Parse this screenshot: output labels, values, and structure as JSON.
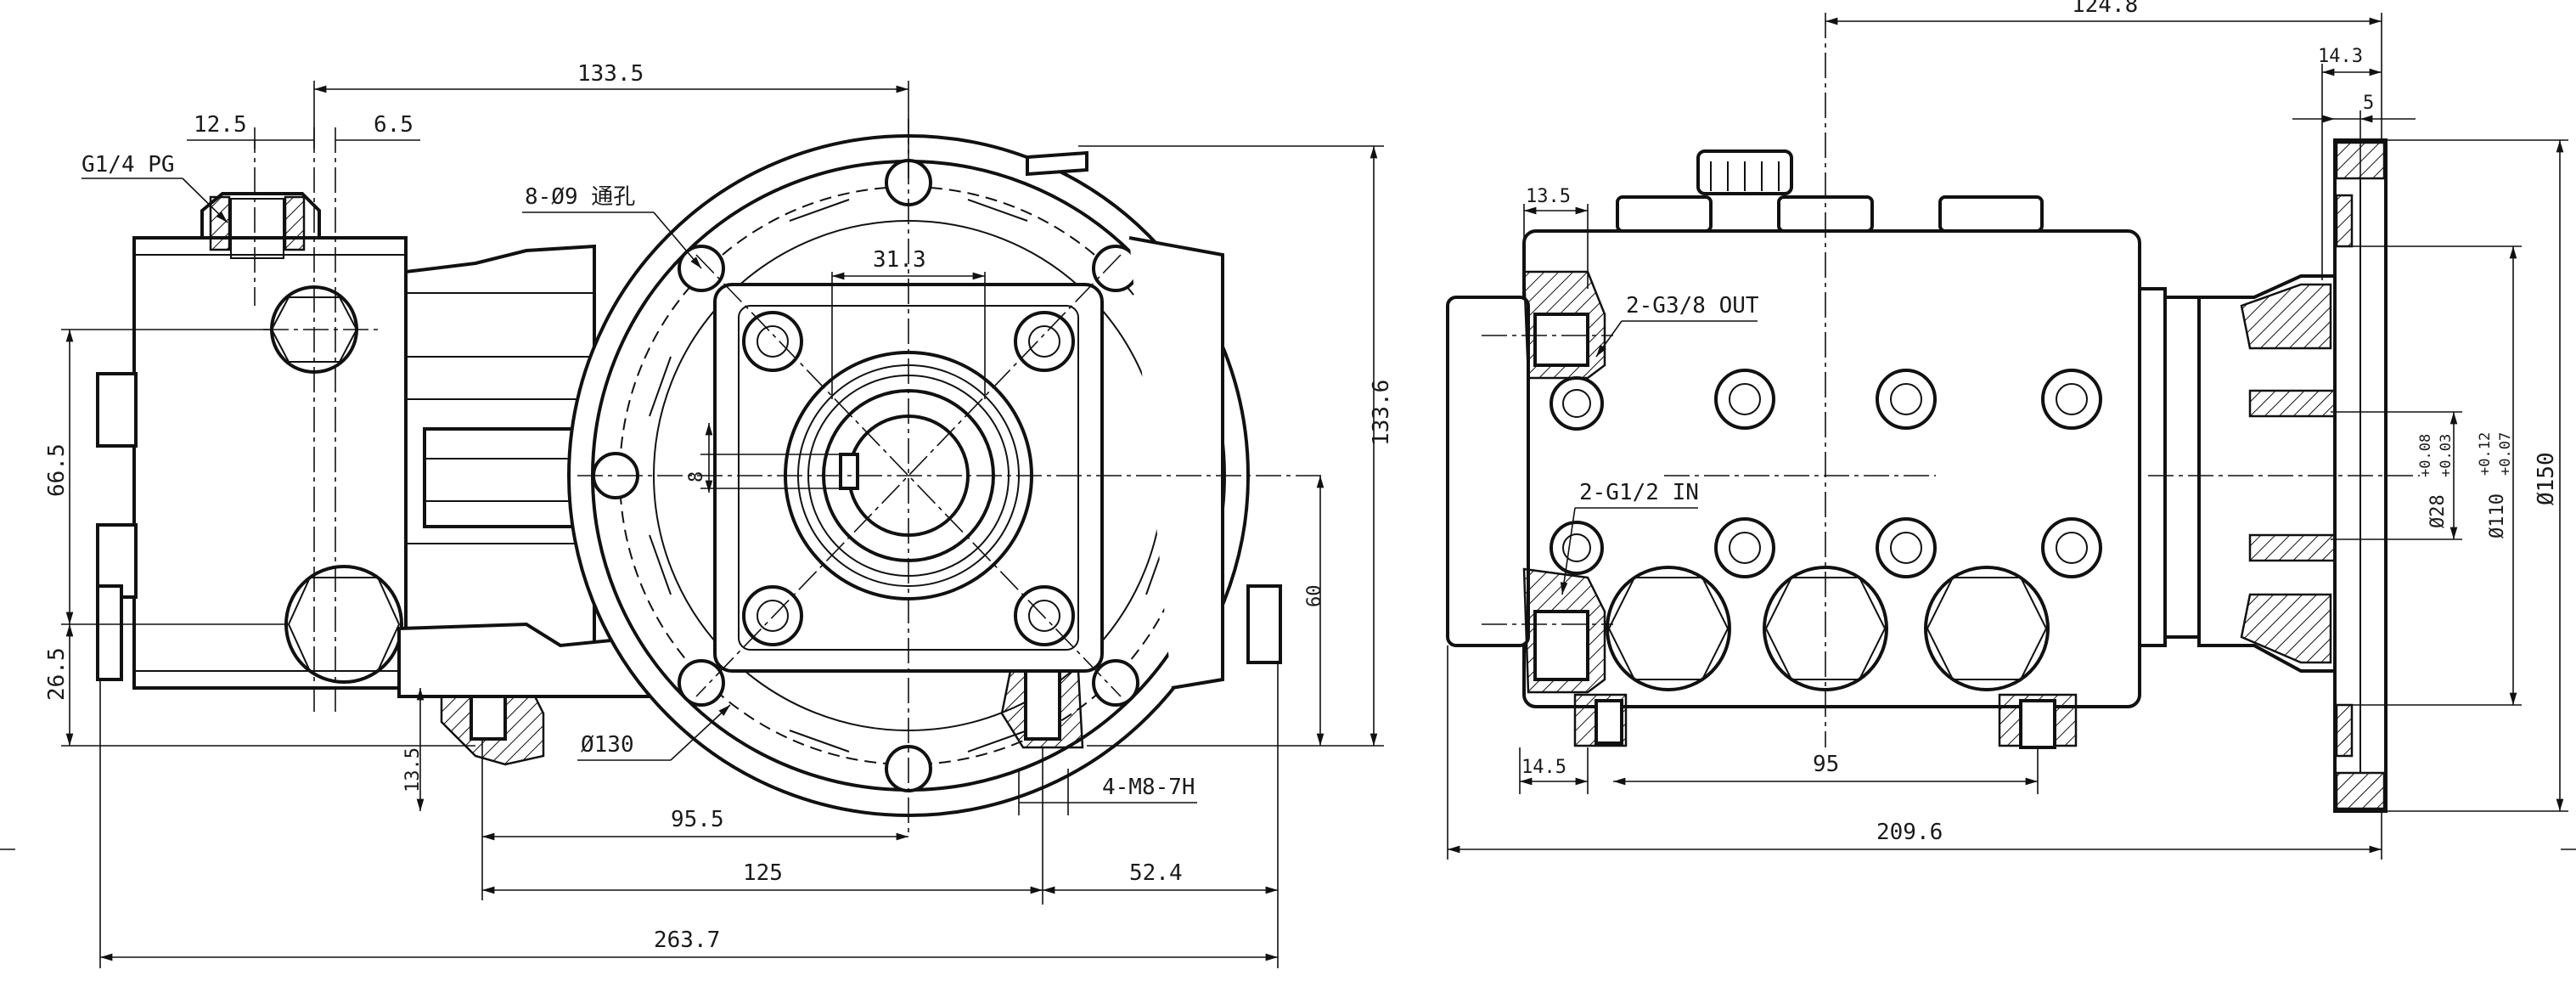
{
  "labels": {
    "port_g14": "G1/4 PG",
    "holes_8": "8-Ø9 通孔",
    "dia_130": "Ø130",
    "tap_4m8": "4-M8-7H",
    "out_port": "2-G3/8 OUT",
    "in_port": "2-G1/2 IN"
  },
  "dims": {
    "d133_5": "133.5",
    "d12_5": "12.5",
    "d6_5": "6.5",
    "d31_3": "31.3",
    "d8": "8",
    "d133_6": "133.6",
    "d66_5": "66.5",
    "d26_5": "26.5",
    "d13_5_left": "13.5",
    "d60": "60",
    "d95_5": "95.5",
    "d125": "125",
    "d52_4": "52.4",
    "d263_7": "263.7",
    "d124_8": "124.8",
    "d14_3": "14.3",
    "d5": "5",
    "d13_5_right": "13.5",
    "d14_5": "14.5",
    "d95": "95",
    "d209_6": "209.6",
    "d28_base": "Ø28",
    "d28_tol_up": "+0.08",
    "d28_tol_dn": "+0.03",
    "d110_base": "Ø110",
    "d110_tol_up": "+0.12",
    "d110_tol_dn": "+0.07",
    "d150": "Ø150"
  }
}
